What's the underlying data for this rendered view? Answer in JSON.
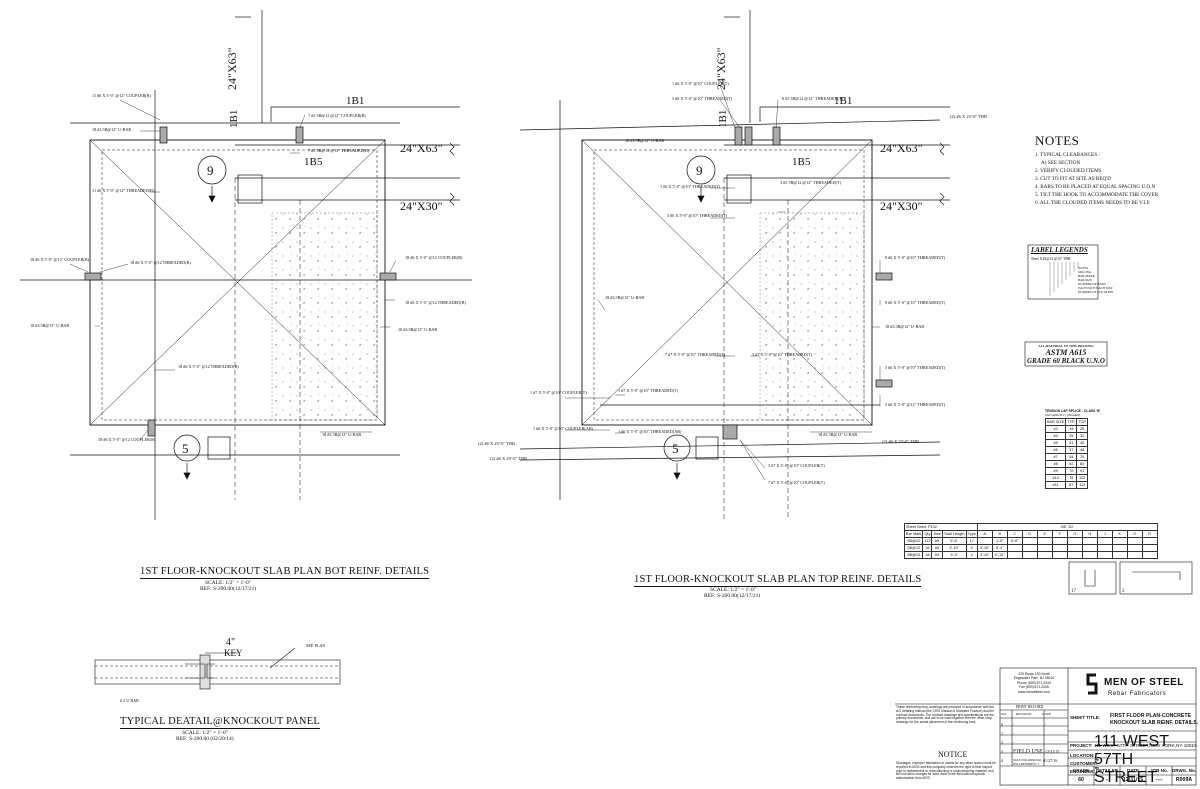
{
  "left_plan": {
    "dims": {
      "top": "24\"X63\"",
      "right_top": "24\"X63\"",
      "right_bottom": "24\"X30\""
    },
    "beam_top": "1B1",
    "beam_vert": "1B1",
    "beam_mid": "1B5",
    "grid_top": "9",
    "grid_bottom": "5",
    "callouts": [
      "11 #6 X 5'-0\" @12\" COUPLER(B)",
      "18 #3.5B@12\" U-BAR",
      "7 #5 5B@12 @12\" COUPLER(B)",
      "7 #5 5B@12 @12\" THREADED(B)",
      "11 #6 X 5'-0\" @12\" THREADED(B)",
      "18 #6 X 5'-0\" @12\" COUPLER(B)",
      "18 #6 X 5'-0\" @12 THREADED(B)",
      "18 #6 X 5'-0\" @12 COUPLER(B)",
      "18 #6 X 5'-0\" @12 THREADED(B)",
      "18 #3.5B@12\" U-BAR",
      "18 #3.5B@12\" U-BAR",
      "18 #6 X 5'-0\" @12 THREADED(B)",
      "18 #6 X 5'-0\" @12 COUPLER(B)",
      "18 #3.5B@12\" U-BAR"
    ],
    "title": "1ST FLOOR-KNOCKOUT SLAB PLAN BOT REINF. DETAILS",
    "scale": "SCALE: 1/2\" = 1'-0\"",
    "ref": "REF: S-200.00(12/17/21)"
  },
  "right_plan": {
    "dims": {
      "top": "24\"X63\"",
      "right_top": "24\"X63\"",
      "right_bottom": "24\"X30\""
    },
    "beam_top": "1B1",
    "beam_vert": "1B1",
    "beam_mid": "1B5",
    "grid_top": "9",
    "grid_bottom": "5",
    "callouts": [
      "1 #6 X 5'-0\" @10\" COUPLER(T)",
      "3 #6 X 5'-0\" @10\" THREADED(T)",
      "8 #5 5B@12 @12\" THREADED(T)",
      "18 #3.5B@12\" U-BAR",
      "1 #6 X 5'-0\" @10\" THREADED(T)",
      "3 #5 5B@12 @12\" THREADED(T)",
      "3 #6 X 5'-0\" @10\" THREADED(T)",
      "8 #6 X 5'-0\" @10\" THREADED(T)",
      "9 #6 X 5'-0\" @10\" THREADED(T)",
      "18 #3.5B@12\" U-BAR",
      "18 #3.5B@12\" U-BAR",
      "7 #7 X 5'-0\" @10\" THREADED(T)",
      "3 #7 X 5'-0\" @10\" THREADED(T)",
      "5 #6 X 5'-0\" @10\" THREADED(T)",
      "1 #7 X 5'-0\" @10\" COUPLER(T)",
      "1 #7 X 5'-0\" @10\" THREADED(T)",
      "5 #6 X 5'-0\" @12\" THREADED(T)",
      "1 #6 X 5'-0\" @10\" COUPLER(AB)",
      "1 #6 X 5'-0\" @10\" THREADED(AB)",
      "18 #3.5B@12\" U-BAR",
      "3 #7 X 5'-0\" @10\" COUPLER(T)",
      "7 #7 X 5'-0\" @10\" COUPLER(T)"
    ],
    "top_tag": "(2) #6 X 25'-0\" TBB",
    "bottom_tag": "(2) #6 X 25'-0\" TBB",
    "left_tag1": "(2) #6 X 25'-0\" TBB",
    "left_tag2": "(2) #6 X 25'-0\" TBB",
    "title": "1ST FLOOR-KNOCKOUT SLAB PLAN TOP REINF. DETAILS",
    "scale": "SCALE: 1/2\" = 1'-0\"",
    "ref": "REF: S-200.00(12/17/21)"
  },
  "notes": {
    "heading": "NOTES",
    "items": [
      "1. TYPICAL CLEARANCES :",
      "   A) SEE SECTION",
      "2. VERIFY CLOUDED ITEMS",
      "3. CUT TO FIT AT SITE AS REQ'D",
      "4. BARS TO BE PLACED AT EQUAL SPACING U.O.N",
      "5. TILT THE HOOK TO ACCOMMODATE THE COVER",
      "6. ALL THE CLOUDED ITEMS NEEDS TO BE V.I.F."
    ]
  },
  "label_legend": {
    "heading": "LABEL LEGENDS",
    "sample": "Sheet 8 #5@12 @10\" TBB",
    "items": [
      "NOTES",
      "SPACING",
      "BAR MARK",
      "BAR SIZE",
      "NUMBER OF BARS",
      "EACH FACE/EACH WAY",
      "NUMBER OF LOCATION"
    ]
  },
  "material": {
    "line1": "ALL MATERIAL TO THIS DRAWING",
    "line2": "ASTM A615",
    "line3": "GRADE 60 BLACK U.N.O"
  },
  "lap_table": {
    "title": "TENSION LAP SPLICE - CLASS 'B'",
    "subtitle": "LAP LENGTH = (INCHES)",
    "headers": [
      "BAR SIZE",
      "TYP.",
      "TOP"
    ],
    "rows": [
      [
        "#3",
        "19",
        "25"
      ],
      [
        "#4",
        "25",
        "32"
      ],
      [
        "#5",
        "31",
        "40"
      ],
      [
        "#6",
        "37",
        "48"
      ],
      [
        "#7",
        "54",
        "70"
      ],
      [
        "#8",
        "62",
        "80"
      ],
      [
        "#9",
        "70",
        "91"
      ],
      [
        "#10",
        "78",
        "102"
      ],
      [
        "#11",
        "87",
        "113"
      ]
    ]
  },
  "bend_table": {
    "header1": [
      "Sheet Seed: P102",
      "",
      "",
      "",
      "",
      "",
      "BE. D2"
    ],
    "headers": [
      "Bar Mark",
      "Qty",
      "Size",
      "Total Length",
      "Type",
      "A",
      "B",
      "C",
      "D",
      "E",
      "F",
      "G",
      "H",
      "J",
      "K",
      "O",
      "R"
    ],
    "rows": [
      [
        "5B@12",
        "112",
        "#5",
        "5'-6\"",
        "17",
        "",
        "1'-6\"",
        "5'-6\""
      ],
      [
        "5B@12",
        "18",
        "#5",
        "3'-10\"",
        "2",
        "3'-10\"",
        "3'-2\""
      ],
      [
        "5B@12",
        "18",
        "#3",
        "3'-3\"",
        "2",
        "0'-10\"",
        "0'-10\""
      ]
    ]
  },
  "shapes": {
    "a": "17",
    "b": "2"
  },
  "key_detail": {
    "dim": "4\"",
    "key": "KEY",
    "note": "SEE PLAN",
    "bar": "# 3 U BAR",
    "title": "TYPICAL DEATAIL@KNOCKOUT PANEL",
    "scale": "SCALE: 1/2\" = 1'-0\"",
    "ref": "REF: S-200.00 (02/20/14)"
  },
  "title_block": {
    "company_name": "MEN OF STEEL",
    "company_sub": "Rebar Fabricators",
    "address": [
      "425 Route 130 North",
      "Edgewater Park, NJ 08010",
      "Phone (609) 871-2000",
      "Fax (609) 871-2005",
      "www.menofsteel.com"
    ],
    "disclaimer": "These reinforcing shop drawings are prepared in accordance with the ACI detailing manual (the CRSI Manual of Standard Practice) and the contract documents. The contract drawings and specifications are the primary documents, and are to be used together with the rebar shop drawings for the actual placement of the reinforcing bars.",
    "notice_heading": "NOTICE",
    "notice": "Shortages, improper fabrication or claims for any other reason must be reported to MOS and this company reserves the right to field inspect prior to replacement or reconditioning of nonconforming material, and will not honor charges for work done in the field without specific authorization from MOS.",
    "print_record": "PRINT RECORD",
    "rev_headers": [
      "NO.",
      "REVISION",
      "DATE"
    ],
    "revisions": [
      [
        "0",
        "-",
        "-"
      ],
      [
        "1",
        "-",
        ""
      ],
      [
        "2",
        "-",
        ""
      ],
      [
        "3",
        "FIELD USE",
        "12/31/15"
      ],
      [
        "4",
        "ISSUE FOR APPROVAL PER AMENDMENT 1",
        "01/27/16"
      ]
    ],
    "sheet_title_label": "SHEET TITLE:",
    "sheet_title": [
      "FIRST FLOOR PLAN-CONCRETE",
      "KNOCKOUT SLAB REINF. DETAILS."
    ],
    "project_label": "PROJECT:",
    "project": "111 WEST 57TH STREET",
    "location_label": "LOCATION:",
    "location": "111 WEST 57TH STREET,NEW YORK,NY 10019",
    "customer_label": "CUSTOMER:",
    "customer": "-",
    "engineer_label": "ENGINEER:",
    "engineer": "-",
    "bottom_headers": [
      "GRADE",
      "DETAILER",
      "DATE",
      "JOB No.",
      "DRWG. No."
    ],
    "bottom_values": [
      "60",
      "-",
      "12/31/15",
      "----",
      "R009A"
    ]
  }
}
